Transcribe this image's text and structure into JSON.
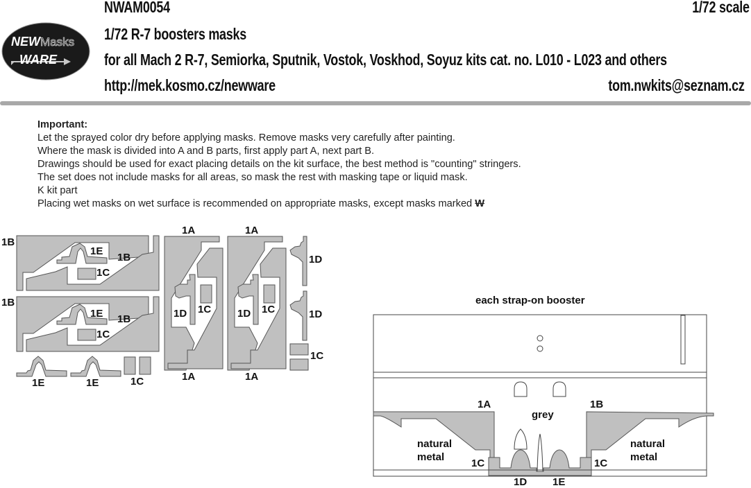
{
  "logo": {
    "line1": "NEW",
    "line2": "WARE",
    "masks": "Masks"
  },
  "header": {
    "code": "NWAM0054",
    "scale": "1/72 scale",
    "title": "1/72 R-7 boosters masks",
    "subtitle": "for all Mach 2 R-7, Semiorka, Sputnik, Vostok, Voskhod, Soyuz  kits cat. no. L010 - L023 and others",
    "url": "http://mek.kosmo.cz/newware",
    "email": "tom.nwkits@seznam.cz"
  },
  "notes": {
    "title": "Important:",
    "lines": [
      "Let the sprayed color dry before applying masks. Remove masks very carefully after painting.",
      "Where the mask is divided into A and B parts, first apply part A, next part B.",
      "Drawings should be used for exact placing details on the kit surface, the best method is \"counting\" stringers.",
      "The set does not include masks for all areas, so mask the rest with masking tape or liquid mask.",
      "K kit part",
      "Placing wet masks on wet surface is recommended on appropriate masks, except masks marked"
    ],
    "wet_mark": "W"
  },
  "sheet_labels": {
    "b1": "1B",
    "b2": "1B",
    "b3": "1B",
    "b4": "1B",
    "e1": "1E",
    "e2": "1E",
    "e3": "1E",
    "e4": "1E",
    "c1": "1C",
    "c2": "1C",
    "c3": "1C",
    "c4": "1C",
    "c5": "1C",
    "c6": "1C",
    "a1": "1A",
    "a2": "1A",
    "a3": "1A",
    "a4": "1A",
    "d1": "1D",
    "d2": "1D",
    "d3": "1D",
    "d4": "1D"
  },
  "diagram": {
    "title": "each strap-on booster",
    "grey": "grey",
    "natural_metal_left": [
      "natural",
      "metal"
    ],
    "natural_metal_right": [
      "natural",
      "metal"
    ],
    "labels": {
      "a": "1A",
      "b": "1B",
      "c_left": "1C",
      "c_right": "1C",
      "d": "1D",
      "e": "1E"
    }
  },
  "colors": {
    "mask_fill": "#c0c0c0",
    "logo_bg": "#1a1a1a",
    "divider": "#a8a8a8"
  }
}
